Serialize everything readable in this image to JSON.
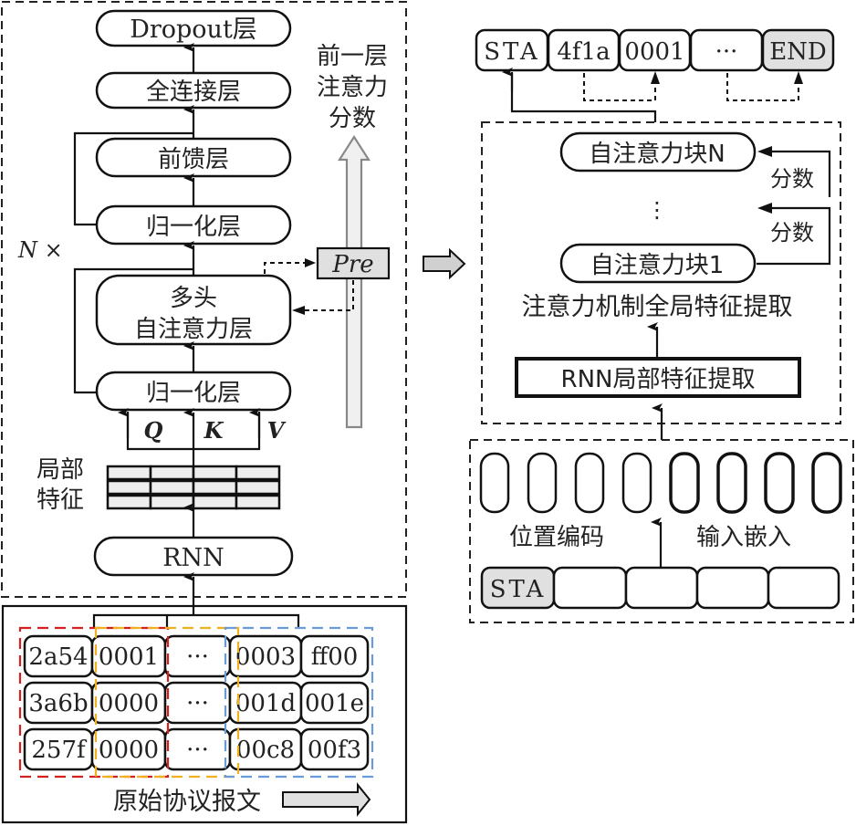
{
  "left": {
    "dropout": "Dropout层",
    "fc": "全连接层",
    "ffn": "前馈层",
    "norm_top": "归一化层",
    "mhsa_line1": "多头",
    "mhsa_line2": "自注意力层",
    "norm_bottom": "归一化层",
    "q": "Q",
    "k": "K",
    "v": "V",
    "local_feat_line1": "局部",
    "local_feat_line2": "特征",
    "rnn": "RNN",
    "repeat": "N ×",
    "prev_score_line1": "前一层",
    "prev_score_line2": "注意力",
    "prev_score_line3": "分数",
    "pre": "Pre"
  },
  "raw_packets": {
    "label": "原始协议报文",
    "rows": [
      [
        "2a54",
        "0001",
        "···",
        "0003",
        "ff00"
      ],
      [
        "3a6b",
        "0000",
        "···",
        "001d",
        "001e"
      ],
      [
        "257f",
        "0000",
        "···",
        "00c8",
        "00f3"
      ]
    ],
    "window_colors": [
      "#d42020",
      "#f0b020",
      "#6a9ad8"
    ]
  },
  "right": {
    "output_tokens": [
      "STA",
      "4f1a",
      "0001",
      "···",
      "END"
    ],
    "block_n": "自注意力块N",
    "vdots": "⋮",
    "block_1": "自注意力块1",
    "score_upper": "分数",
    "score_lower": "分数",
    "global_label": "注意力机制全局特征提取",
    "rnn_local": "RNN局部特征提取",
    "pos_enc": "位置编码",
    "input_emb": "输入嵌入",
    "input_tokens": [
      "STA",
      "",
      "",
      "",
      ""
    ]
  },
  "colors": {
    "gray_fill": "#e0e0e0",
    "light_arrow": "#f0f0f0",
    "light_arrow_stroke": "#888888"
  }
}
